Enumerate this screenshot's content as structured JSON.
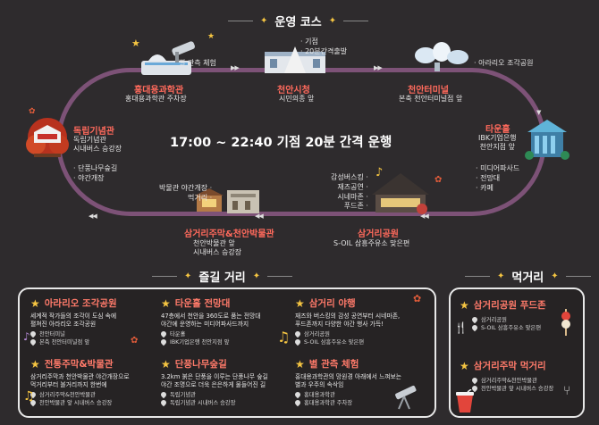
{
  "course": {
    "heading": "운영 코스",
    "center_schedule": "17:00 ~ 22:40 기점 20분 간격 운행",
    "stops": {
      "hongdae": {
        "name": "홍대용과학관",
        "desc": "홍대용과학관 주차장",
        "note": "별 관측 체험"
      },
      "cityhall": {
        "name": "천안시청",
        "desc": "시민의종 앞",
        "note_line1": "· 기점",
        "note_line2": "· 20분간격출발"
      },
      "terminal": {
        "name": "천안터미널",
        "desc": "본축 천안터미널점 앞",
        "note": "· 아라리오 조각공원"
      },
      "tower": {
        "name": "타운홀",
        "desc_line1": "IBK기업은행",
        "desc_line2": "천안지점 앞",
        "note_line1": "· 미디어파사드",
        "note_line2": "· 전망대",
        "note_line3": "· 카페"
      },
      "samgeori": {
        "name": "삼거리공원",
        "desc": "S-OIL 삼흥주유소 맞은편",
        "note_line1": "감성버스킹 ·",
        "note_line2": "재즈공연 ·",
        "note_line3": "시네마존 ·",
        "note_line4": "푸드존 ·"
      },
      "museum": {
        "name": "삼거리주막&천안박물관",
        "desc_line1": "천안박물관 앞",
        "desc_line2": "시내버스 승강장",
        "note_line1": "박물관 야간개장 ·",
        "note_line2": "먹거리 ·"
      },
      "independence": {
        "name": "독립기념관",
        "desc_line1": "독립기념관",
        "desc_line2": "시내버스 승강장",
        "note_line1": "· 단풍나무숲길",
        "note_line2": "· 야간개장"
      }
    }
  },
  "activities": {
    "heading": "즐길 거리",
    "cards": [
      {
        "title": "아라리오 조각공원",
        "body1": "세계적 작가들의 조각이 도심 속에",
        "body2": "펼쳐진 아라리오 조각공원",
        "loc1": "천안터미널",
        "loc2": "본축 천안터미널점 앞"
      },
      {
        "title": "타운홀 전망대",
        "body1": "47층에서 천안을 360도로 품는 전망대",
        "body2": "야간에 운영하는 미디어파사드까지",
        "loc1": "타운홀",
        "loc2": "IBK기업은행 천안지점 앞"
      },
      {
        "title": "삼거리 야행",
        "body1": "재즈와 버스킹의 감성 공연부터 시네마존,",
        "body2": "푸드존까지 다양한 야간 행사 가득!",
        "loc1": "삼거리공원",
        "loc2": "S-OIL 삼흥주유소 맞은편"
      },
      {
        "title": "전통주막&박물관",
        "body1": "삼거리주막과 천안박물관 야간개장으로",
        "body2": "먹거리부터 볼거리까지 한번에",
        "loc1": "삼거리주막&천안박물관",
        "loc2": "천안박물관 앞 시내버스 승강장"
      },
      {
        "title": "단풍나무숲길",
        "body1": "3.2km 붉은 단풍을 이루는 단풍나무 숲길",
        "body2": "야간 조명으로 더욱 은은하게 물들어진 길",
        "loc1": "독립기념관",
        "loc2": "독립기념관 시내버스 승강장"
      },
      {
        "title": "별 관측 체험",
        "body1": "홍대용과학관의 망원경 아래에서 느껴보는",
        "body2": "별과 우주의 속삭임",
        "loc1": "홍대용과학관",
        "loc2": "홍대용과학관 주차장"
      }
    ]
  },
  "food": {
    "heading": "먹거리",
    "cards": [
      {
        "title": "삼거리공원 푸드존",
        "loc1": "삼거리공원",
        "loc2": "S-OIL 삼흥주유소 맞은편"
      },
      {
        "title": "삼거리주막 먹거리",
        "loc1": "삼거리주막&천안박물관",
        "loc2": "천안박물관 앞 시내버스 승강장"
      }
    ]
  },
  "colors": {
    "background": "#2e2b2d",
    "track": "#7d5277",
    "accent_red": "#ff6a5c",
    "star": "#f5c542"
  }
}
